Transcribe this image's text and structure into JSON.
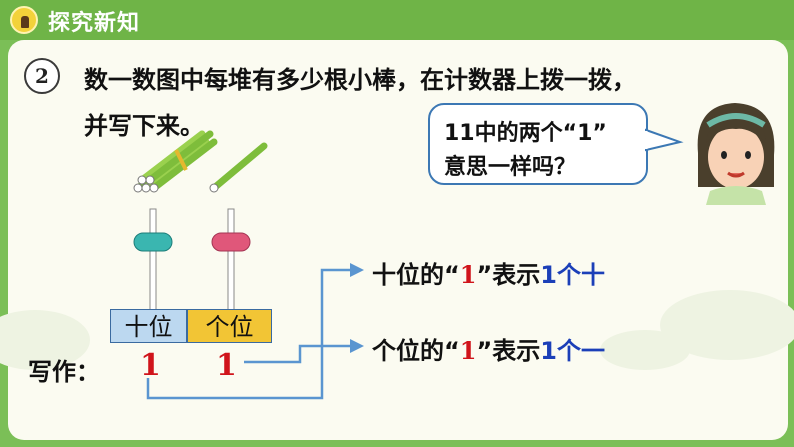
{
  "header": {
    "title": "探究新知"
  },
  "question": {
    "number": "2",
    "line1": "数一数图中每堆有多少根小棒，在计数器上拨一拨，",
    "line2": "并写下来。"
  },
  "bubble": {
    "line1": "11中的两个“1”",
    "line2": "意思一样吗？"
  },
  "abacus": {
    "tens_label": "十位",
    "ones_label": "个位",
    "colors": {
      "tens_bead": "#3ab6b0",
      "ones_bead": "#e0577a",
      "tens_box": "#bcd8f0",
      "ones_box": "#f2c535"
    }
  },
  "writing": {
    "label": "写作：",
    "tens_digit": "1",
    "ones_digit": "1"
  },
  "results": {
    "tens": {
      "prefix": "十位的“",
      "digit": "1",
      "mid": "”表示",
      "value": "1个十"
    },
    "ones": {
      "prefix": "个位的“",
      "digit": "1",
      "mid": "”表示",
      "value": "1个一"
    }
  }
}
